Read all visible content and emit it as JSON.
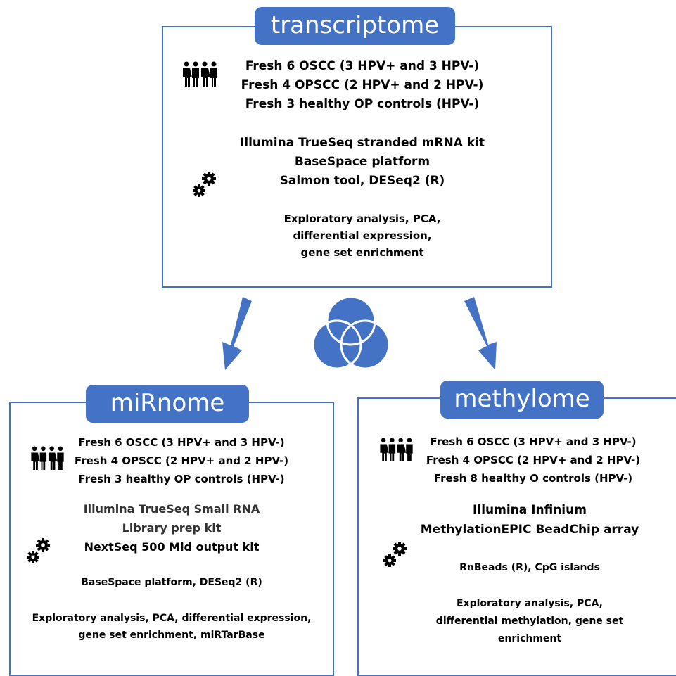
{
  "colors": {
    "accent": "#4472c4"
  },
  "transcriptome": {
    "title": "transcriptome",
    "icons": [
      "people-icon",
      "gears-icon"
    ],
    "samples": [
      "Fresh 6 OSCC (3 HPV+ and 3 HPV-)",
      "Fresh 4 OPSCC (2 HPV+ and 2 HPV-)",
      "Fresh 3 healthy OP controls (HPV-)"
    ],
    "methods": [
      "Illumina TrueSeq stranded mRNA kit",
      "BaseSpace platform",
      "Salmon tool, DESeq2 (R)"
    ],
    "analysis": [
      "Exploratory analysis, PCA,",
      "differential expression,",
      "gene set enrichment"
    ]
  },
  "center_icon": "venn-diagram-icon",
  "mirnome": {
    "title": "miRnome",
    "samples": [
      "Fresh 6 OSCC (3 HPV+ and 3 HPV-)",
      "Fresh 4 OPSCC (2 HPV+ and 2 HPV-)",
      "Fresh 3 healthy OP controls (HPV-)"
    ],
    "methods": [
      "Illumina TrueSeq Small RNA",
      "Library prep kit",
      "NextSeq 500 Mid output kit"
    ],
    "platform": "BaseSpace platform, DESeq2 (R)",
    "analysis": [
      "Exploratory analysis, PCA, differential expression,",
      "gene set enrichment, miRTarBase"
    ]
  },
  "methylome": {
    "title": "methylome",
    "samples": [
      "Fresh 6 OSCC (3 HPV+ and 3 HPV-)",
      "Fresh 4 OPSCC (2 HPV+ and 2 HPV-)",
      "Fresh 8 healthy O controls (HPV-)"
    ],
    "methods": [
      "Illumina Infinium",
      "MethylationEPIC BeadChip array"
    ],
    "tools": "RnBeads (R), CpG islands",
    "analysis": [
      "Exploratory analysis, PCA,",
      "differential methylation, gene set",
      "enrichment"
    ]
  }
}
